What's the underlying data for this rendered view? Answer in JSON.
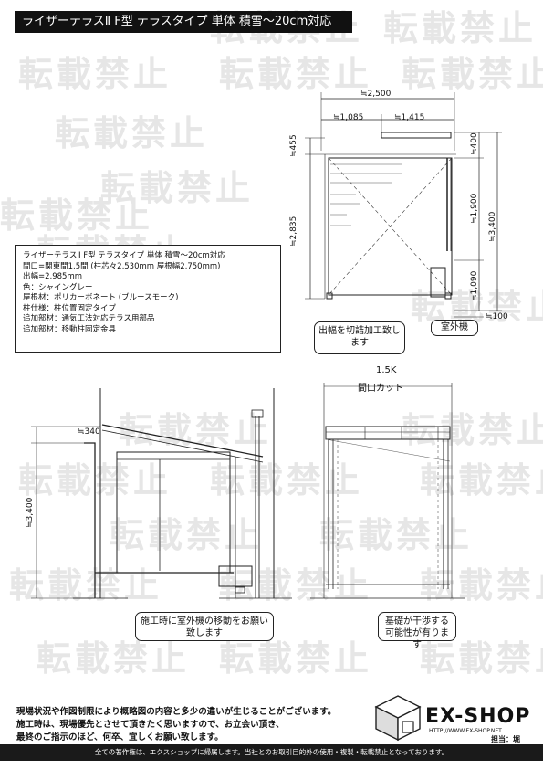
{
  "title": "ライザーテラスⅡ F型 テラスタイプ 単体 積雪～20cm対応",
  "watermark": "転載禁止",
  "spec": {
    "lines": [
      "ライザーテラスⅡ F型 テラスタイプ 単体 積雪～20cm対応",
      "間口=関東間1.5間 (柱芯々2,530mm 屋根幅2,750mm)",
      "出幅=2,985mm",
      "色：シャイングレー",
      "屋根材：ポリカーボネート (ブルースモーク)",
      "柱仕様：柱位置固定タイプ",
      "追加部材：通気工法対応テラス用部品",
      "追加部材：移動柱固定金具"
    ]
  },
  "plan_dims": {
    "total_width": "≒2,500",
    "left_width": "≒1,085",
    "right_width": "≒1,415",
    "left_top": "≒455",
    "left_height": "≒2,835",
    "right_top": "≒400",
    "right_mid": "≒1,900",
    "right_low": "≒1,090",
    "right_total": "≒3,400",
    "bottom_right": "≒100"
  },
  "notes": {
    "cut": "出幅を切詰加工致します",
    "outdoor_unit": "室外機",
    "move_unit": "施工時に室外機の移動をお願い致します",
    "foundation": "基礎が干渉する可能性が有ります"
  },
  "front_view": {
    "size": "1.5K",
    "cut": "間口カット"
  },
  "side_dims": {
    "top": "≒340",
    "height": "≒3,400"
  },
  "footer": {
    "line1": "現場状況や作図制限により概略図の内容と多少の違いが生じることがございます。",
    "line2": "施工時は、現場優先とさせて頂きたく思いますので、お立会い頂き、",
    "line3": "最終のご指示のほど、何卒、宜しくお願い致します。",
    "copyright": "全ての著作権は、エクスショップに帰属します。当社とのお取引目的外の使用・複製・転載禁止となっております。",
    "logo": "EX-SHOP",
    "url": "HTTP://WWW.EX-SHOP.NET",
    "staff": "担当：堀"
  }
}
